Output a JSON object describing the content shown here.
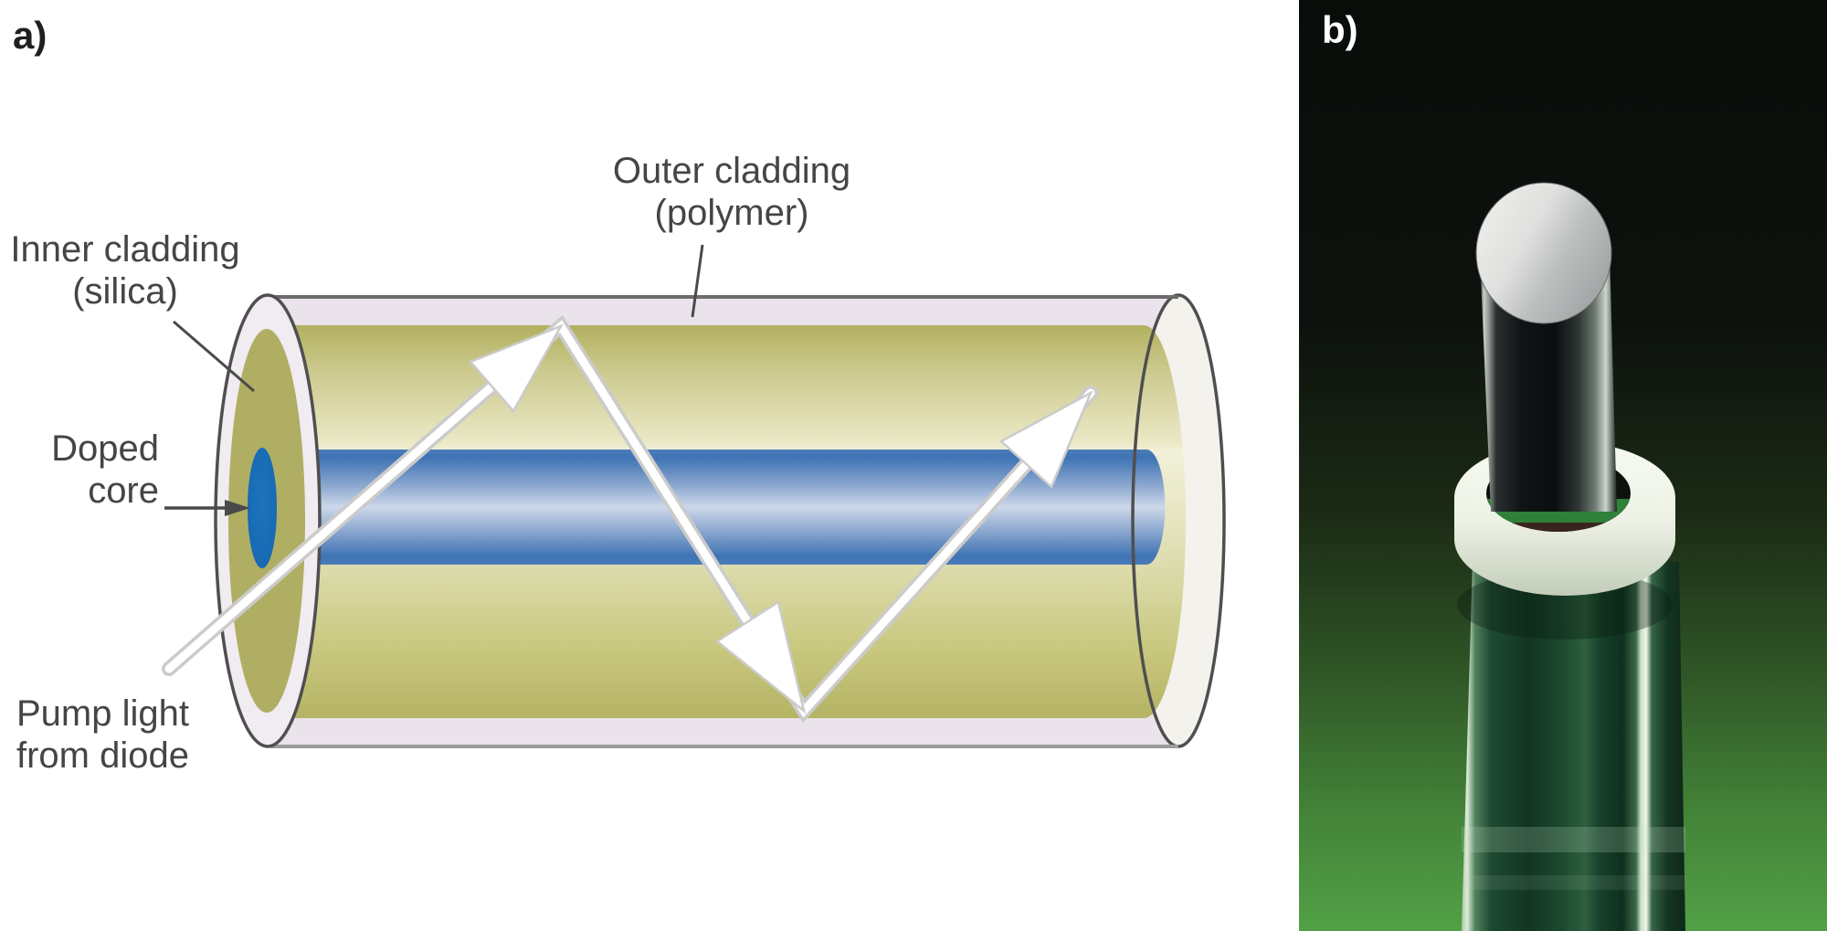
{
  "panel_a": {
    "tag": "a)",
    "labels": {
      "inner_cladding": {
        "line1": "Inner cladding",
        "line2": "(silica)"
      },
      "outer_cladding": {
        "line1": "Outer cladding",
        "line2": "(polymer)"
      },
      "doped_core": {
        "line1": "Doped",
        "line2": "core"
      },
      "pump_light": {
        "line1": "Pump light",
        "line2": "from diode"
      }
    },
    "colors": {
      "background": "#ffffff",
      "outer_cladding": "#eae3ec",
      "inner_cladding_dark": "#b2b060",
      "inner_cladding_light": "#f2f1d9",
      "core_edge": "#3e73b4",
      "core_center": "#cdd8ea",
      "core_face": "#1566b0",
      "beam_fill": "#ffffff",
      "beam_outline": "#cbcbcb",
      "edge_line": "#6b6b6b",
      "pointer_line": "#4a4a4a",
      "label_text": "#454545"
    }
  },
  "panel_b": {
    "tag": "b)",
    "colors": {
      "background_top": "#090d0a",
      "background_bottom": "#52a046",
      "preform_green": "#16402a",
      "collar_white": "#eef2e6",
      "tip_silver": "#dfe0de",
      "label_text": "#ffffff"
    }
  }
}
